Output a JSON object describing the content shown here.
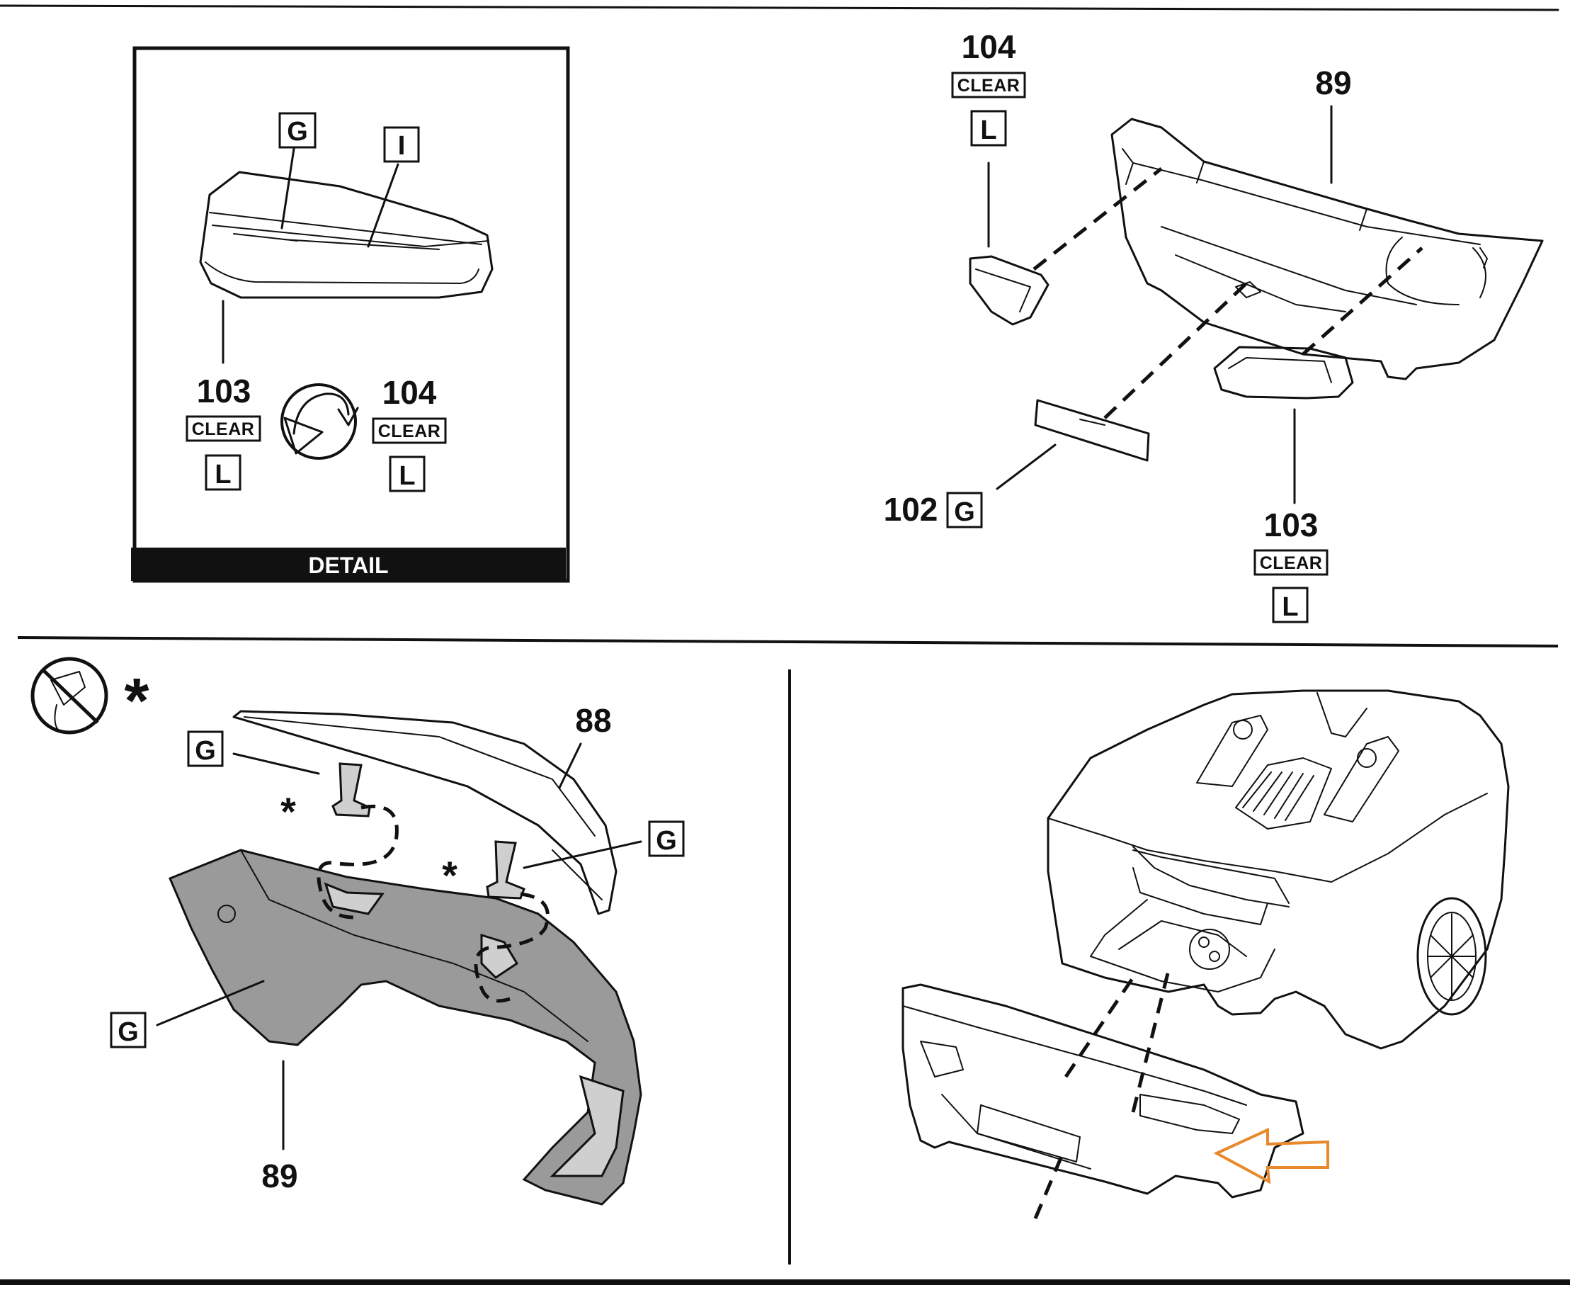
{
  "detail": {
    "letters": [
      "G",
      "I"
    ],
    "left": {
      "number": "103",
      "tag": "CLEAR",
      "letter": "L"
    },
    "right": {
      "number": "104",
      "tag": "CLEAR",
      "letter": "L"
    },
    "caption": "DETAIL"
  },
  "tail_lights": {
    "top": {
      "number": "104",
      "tag": "CLEAR",
      "letter": "L"
    },
    "bumper": {
      "number": "89"
    },
    "plate": {
      "number": "102",
      "letter": "G"
    },
    "bottom": {
      "number": "103",
      "tag": "CLEAR",
      "letter": "L"
    }
  },
  "spoiler": {
    "symbol": "*",
    "spoiler_part": "88",
    "bumper_part": "89",
    "letters": [
      "G",
      "G",
      "G"
    ],
    "stars": [
      "*",
      "*"
    ]
  },
  "assembly": {
    "arrow_color": "#e8892b"
  },
  "icons": [
    "rotate-icon",
    "no-glue-icon",
    "pointer-arrow-icon"
  ]
}
